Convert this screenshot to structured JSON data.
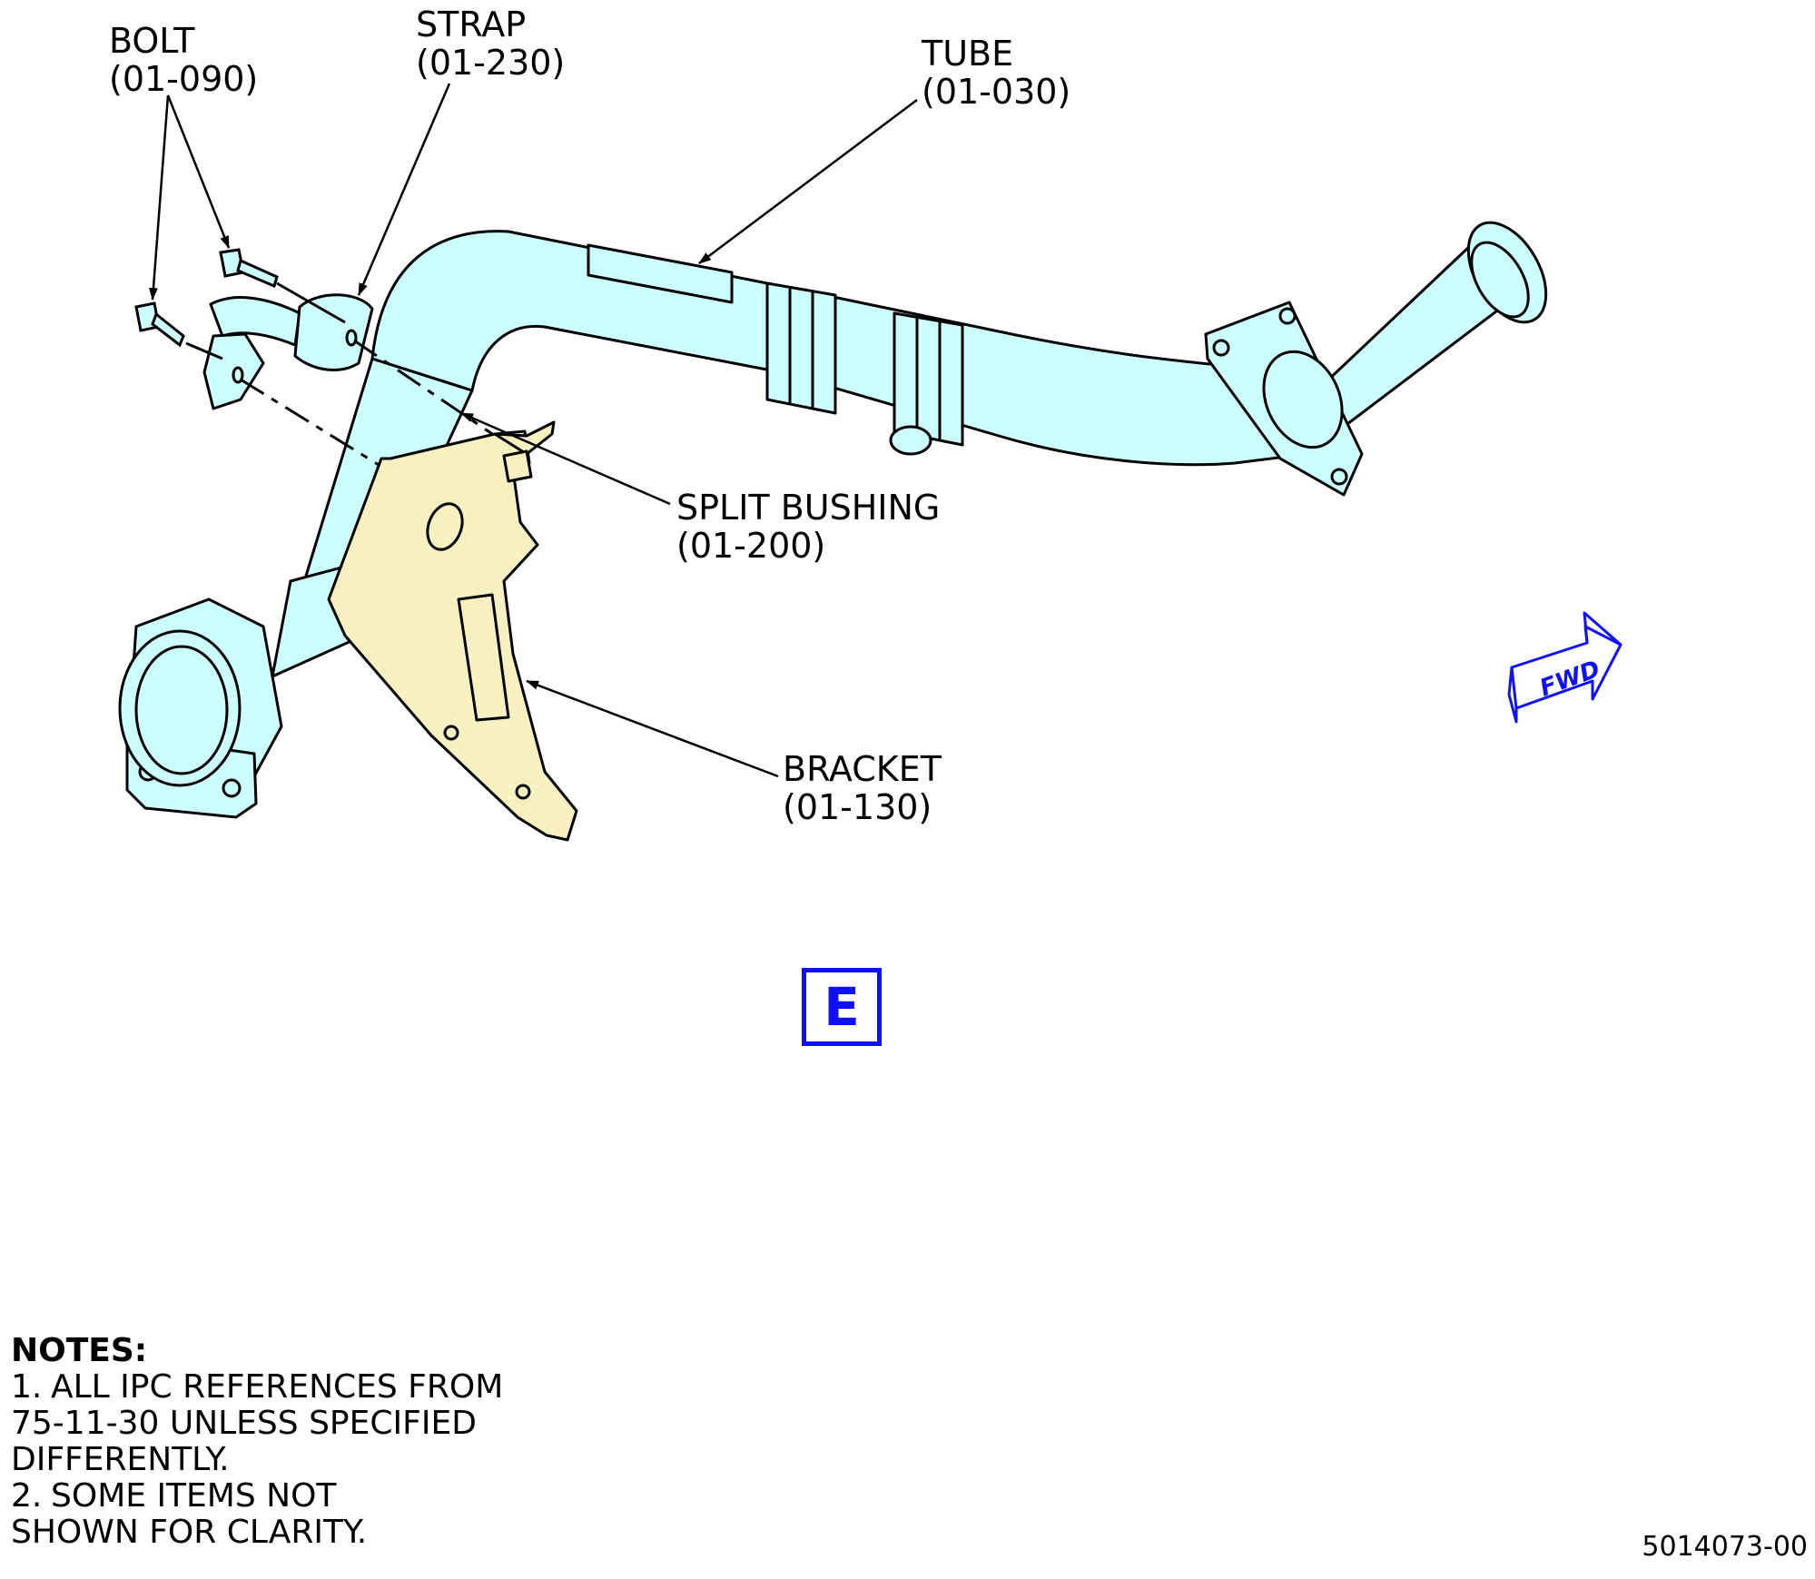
{
  "callouts": {
    "bolt": {
      "name": "BOLT",
      "ref": "(01-090)"
    },
    "strap": {
      "name": "STRAP",
      "ref": "(01-230)"
    },
    "tube": {
      "name": "TUBE",
      "ref": "(01-030)"
    },
    "split_bushing": {
      "name": "SPLIT BUSHING",
      "ref": "(01-200)"
    },
    "bracket": {
      "name": "BRACKET",
      "ref": "(01-130)"
    }
  },
  "fwd_arrow": {
    "label": "FWD",
    "color": "#1010ff"
  },
  "view_label": {
    "text": "E",
    "color": "#1010ff"
  },
  "notes": {
    "heading": "NOTES:",
    "items": [
      {
        "number": "1.",
        "lines": [
          "ALL IPC REFERENCES FROM",
          "75-11-30 UNLESS SPECIFIED",
          "DIFFERENTLY."
        ]
      },
      {
        "number": "2.",
        "lines": [
          "SOME ITEMS NOT",
          "SHOWN FOR CLARITY."
        ]
      }
    ]
  },
  "drawing_number": "5014073-00",
  "colors": {
    "tube_fill": "#ccffff",
    "bracket_fill": "#f7f0c0",
    "line": "#000000"
  }
}
